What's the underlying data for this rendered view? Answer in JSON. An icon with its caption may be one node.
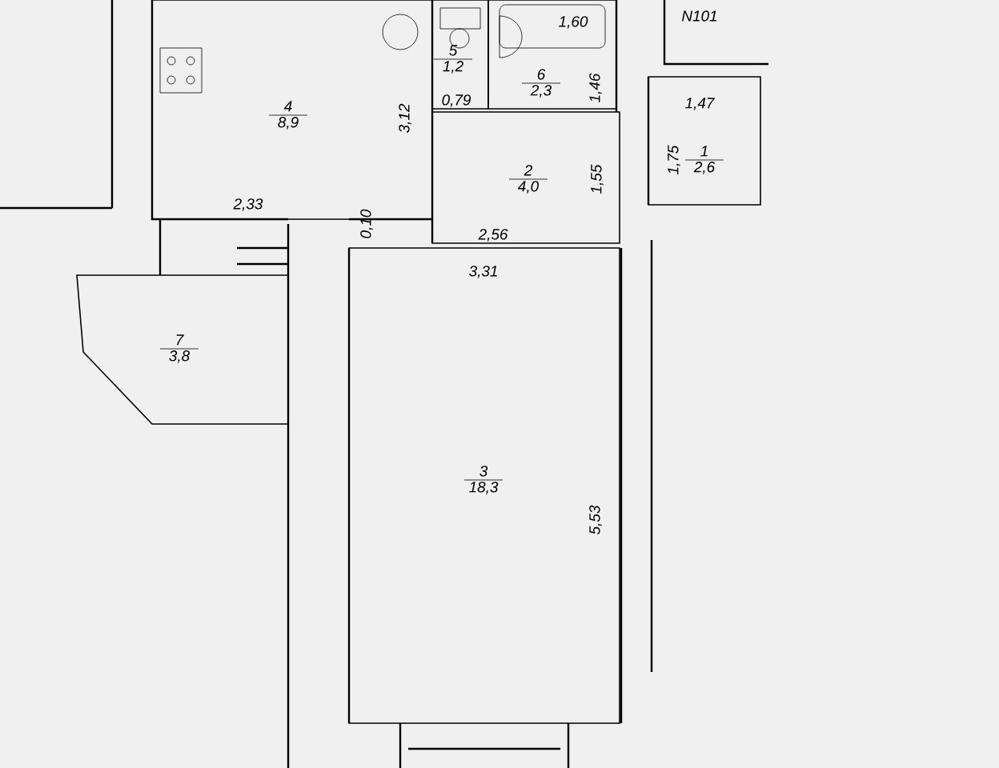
{
  "diagram": {
    "nodes": [
      {
        "text": [
          "4",
          "8,9"
        ]
      },
      {
        "text": [
          "5",
          "1,2"
        ]
      },
      {
        "text": [
          "6",
          "2,3"
        ]
      },
      {
        "text": [
          "2",
          "4,0"
        ]
      },
      {
        "text": [
          "1",
          "2,6"
        ]
      },
      {
        "text": [
          "7",
          "3,8"
        ]
      },
      {
        "text": [
          "3",
          "18,3"
        ]
      }
    ],
    "edges": [],
    "labels": [
      "N101",
      "1,60",
      "0,79",
      "1,46",
      "1,47",
      "3,12",
      "1,75",
      "1,55",
      "2,33",
      "0,10",
      "2,56",
      "3,31",
      "5,53"
    ]
  }
}
